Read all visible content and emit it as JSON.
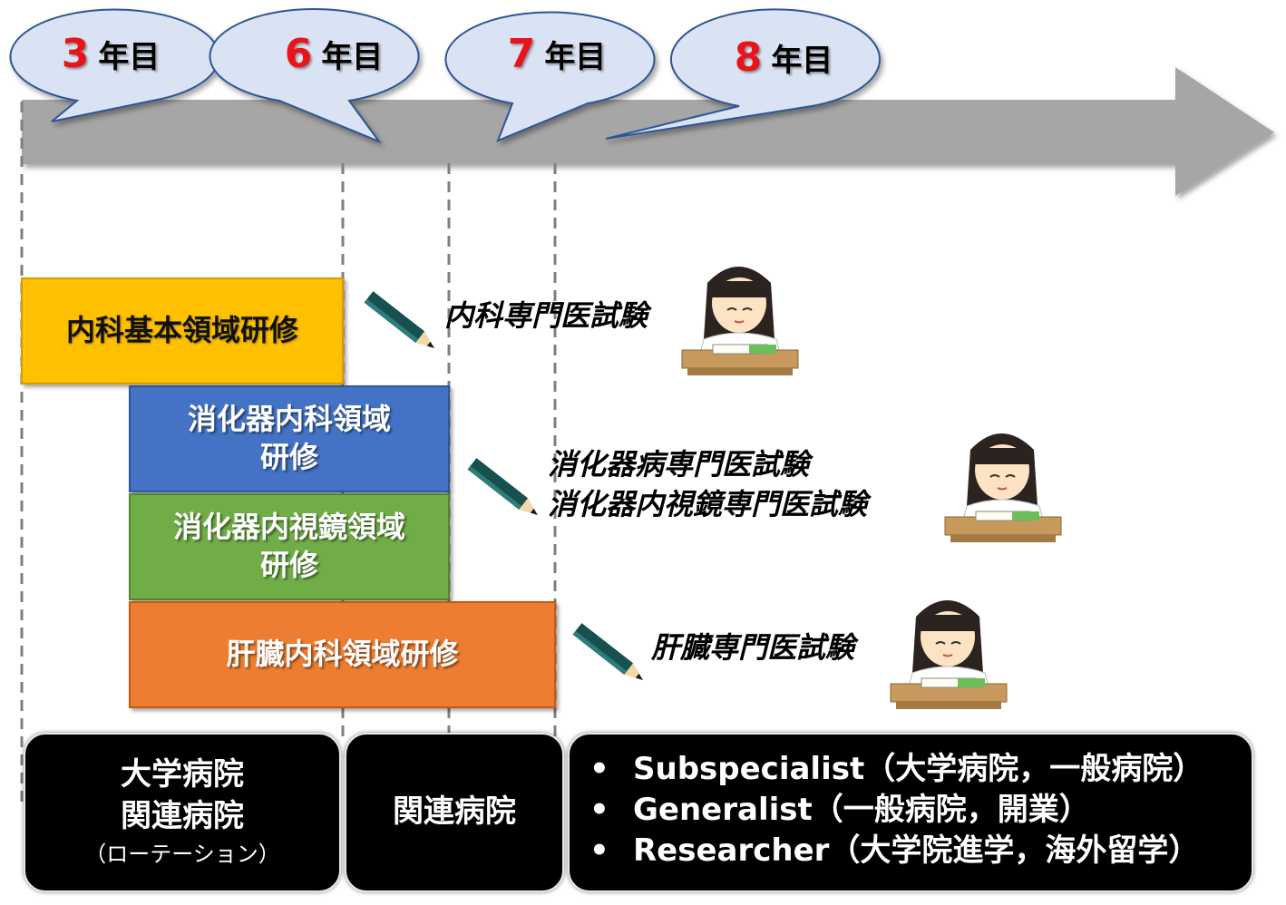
{
  "timeline": {
    "markers": [
      {
        "num": "3",
        "unit": "年目"
      },
      {
        "num": "6",
        "unit": "年目"
      },
      {
        "num": "7",
        "unit": "年目"
      },
      {
        "num": "8",
        "unit": "年目"
      }
    ]
  },
  "training": {
    "basic": "内科基本領域研修",
    "gastro": "消化器内科領域\n研修",
    "endoscopy": "消化器内視鏡領域\n研修",
    "liver": "肝臓内科領域研修"
  },
  "exams": {
    "internal": "内科専門医試験",
    "gastro": "消化器病専門医試験\n消化器内視鏡専門医試験",
    "liver": "肝臓専門医試験"
  },
  "places": {
    "early": {
      "line1": "大学病院",
      "line2": "関連病院",
      "note": "（ローテーション）"
    },
    "middle": {
      "line1": "関連病院"
    },
    "careers": [
      {
        "bullet": "•",
        "text": "Subspecialist（大学病院，一般病院）"
      },
      {
        "bullet": "•",
        "text": "Generalist（一般病院，開業）"
      },
      {
        "bullet": "•",
        "text": "Researcher（大学院進学，海外留学）"
      }
    ]
  },
  "colors": {
    "arrow": "#a6a6a6",
    "bubble": "#dae3f3",
    "bubble_border": "#2f5597",
    "year_number": "#e8141a",
    "basic": "#ffc000",
    "gastro": "#4472c4",
    "endoscopy": "#70ad47",
    "liver": "#ed7d31"
  }
}
